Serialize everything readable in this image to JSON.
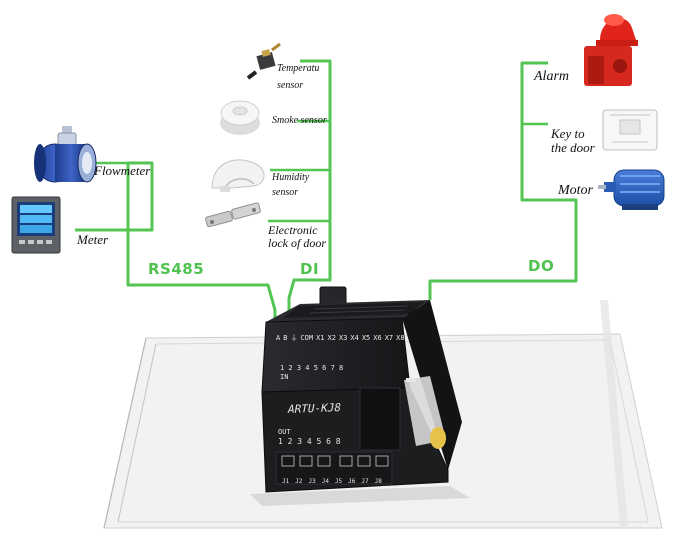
{
  "groups": {
    "rs485": "RS485",
    "di": "DI",
    "do": "DO"
  },
  "devices": {
    "flowmeter": "Flowmeter",
    "meter": "Meter",
    "temperature_sensor": [
      "Temperatu",
      "sensor"
    ],
    "smoke_sensor": "Smoke sensor",
    "humidity_sensor": [
      "Humidity",
      "sensor"
    ],
    "electronic_lock": [
      "Electronic",
      "lock of door"
    ],
    "alarm": "Alarm",
    "key_to_door": [
      "Key to",
      "the door"
    ],
    "motor": "Motor"
  },
  "module": {
    "model": "ARTU-KJ8",
    "in_label": "IN",
    "out_label": "OUT",
    "in_numbers": "1 2 3 4 5 6 7 8",
    "out_numbers": "1 2 3 4 5 6  8",
    "top_terminals": [
      "A",
      "B",
      "⏚",
      "COM",
      "X1",
      "X2",
      "X3",
      "X4",
      "X5",
      "X6",
      "X7",
      "X8"
    ],
    "bottom_terminals": [
      "J1",
      "J2",
      "J3",
      "J4",
      "J5",
      "J6",
      "J7",
      "J8"
    ]
  },
  "colors": {
    "wire": "#52c552",
    "module_body": "#1c1d1f",
    "platform": "#ececec"
  }
}
